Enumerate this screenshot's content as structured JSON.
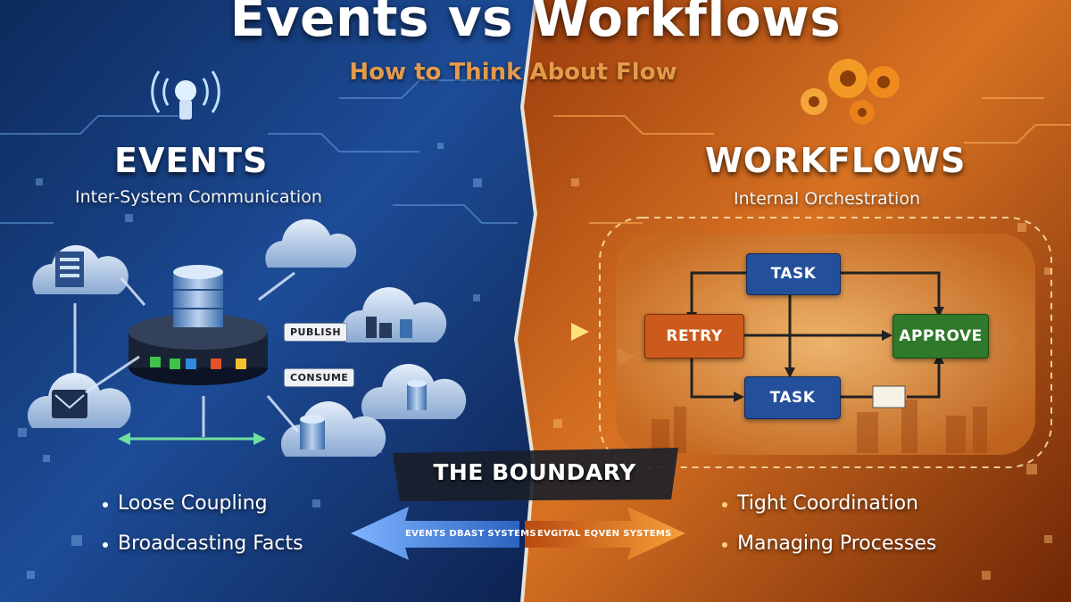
{
  "header": {
    "title": "Events vs Workflows",
    "subtitle": "How to Think About Flow"
  },
  "events": {
    "heading": "EVENTS",
    "subheading": "Inter-System Communication",
    "publish_label": "PUBLISH",
    "consume_label": "CONSUME",
    "bullets": [
      "Loose Coupling",
      "Broadcasting Facts"
    ]
  },
  "workflows": {
    "heading": "WORKFLOWS",
    "subheading": "Internal Orchestration",
    "task_top": "TASK",
    "retry": "RETRY",
    "approve": "APPROVE",
    "task_bottom": "TASK",
    "bullets": [
      "Tight Coordination",
      "Managing Processes"
    ]
  },
  "boundary": {
    "label": "THE BOUNDARY",
    "left_arrow": "EVENTS DBAST SYSTEMS",
    "right_arrow": "EVGITAL EQVEN SYSTEMS"
  },
  "colors": {
    "events_blue": "#1c4f9c",
    "workflow_orange": "#d4691a",
    "retry_box": "#cc5a1d",
    "approve_box": "#2f7a2a",
    "task_box": "#244f9a",
    "subtitle_orange": "#e59a4a"
  },
  "icons": [
    "wifi-bulb-icon",
    "gears-icon",
    "cloud-icon",
    "database-icon",
    "event-broker-icon",
    "document-icon",
    "factory-icon",
    "mail-icon"
  ]
}
